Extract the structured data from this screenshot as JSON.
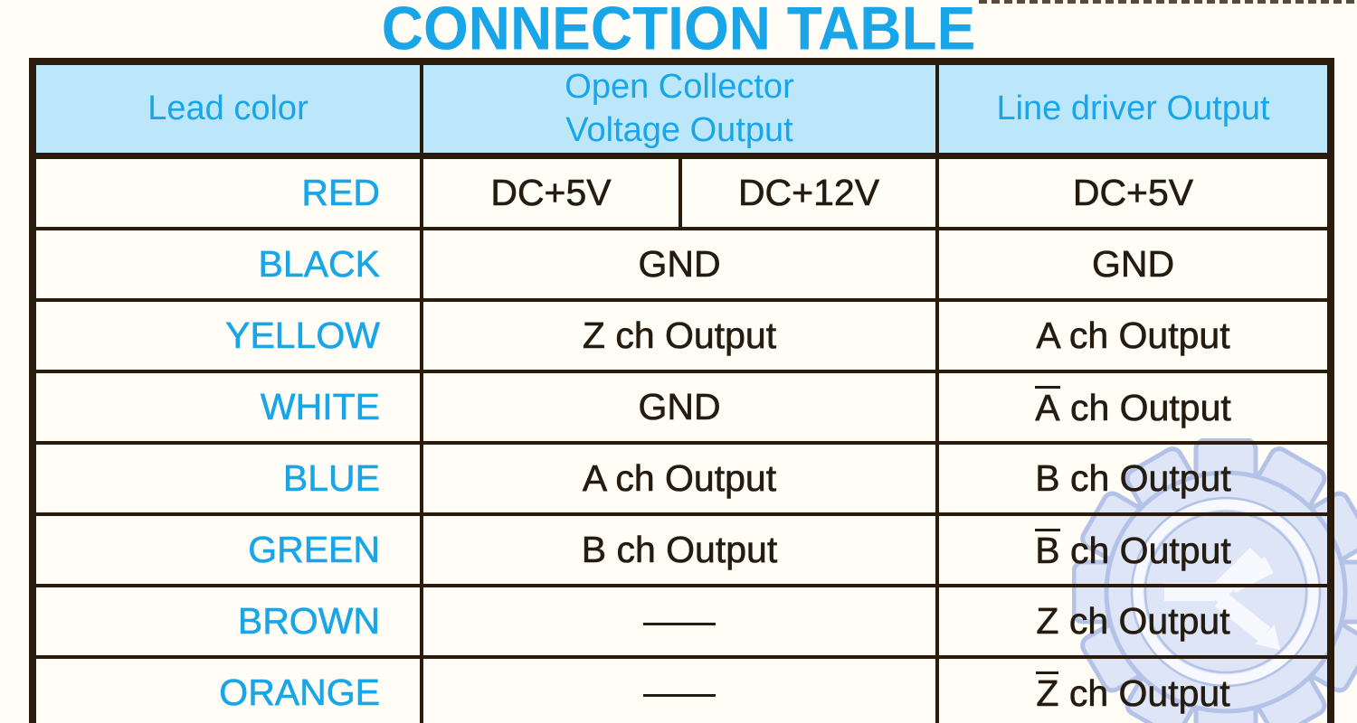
{
  "title": "CONNECTION TABLE",
  "colors": {
    "accent": "#18a6e9",
    "header_bg": "#bce6fa",
    "border": "#2b1b0c",
    "text_dark": "#241b11",
    "wm_fill": "#dde5f6",
    "wm_line": "#b4c2e7",
    "wm_white": "#f7f9fe"
  },
  "table": {
    "headers": {
      "lead": "Lead color",
      "open_collector_line1": "Open Collector",
      "open_collector_line2": "Voltage Output",
      "line_driver": "Line driver Output"
    },
    "rows": [
      {
        "lead": "RED",
        "oc": [
          {
            "text": "DC+5V"
          },
          {
            "text": "DC+12V"
          }
        ],
        "ld": {
          "text": "DC+5V"
        }
      },
      {
        "lead": "BLACK",
        "oc": [
          {
            "text": "GND"
          }
        ],
        "ld": {
          "text": "GND"
        }
      },
      {
        "lead": "YELLOW",
        "oc": [
          {
            "text": "Z ch Output"
          }
        ],
        "ld": {
          "text": "A ch Output"
        }
      },
      {
        "lead": "WHITE",
        "oc": [
          {
            "text": "GND"
          }
        ],
        "ld": {
          "overline": "A",
          "text": " ch Output"
        }
      },
      {
        "lead": "BLUE",
        "oc": [
          {
            "text": "A ch Output"
          }
        ],
        "ld": {
          "text": "B ch Output"
        }
      },
      {
        "lead": "GREEN",
        "oc": [
          {
            "text": "B ch Output"
          }
        ],
        "ld": {
          "overline": "B",
          "text": " ch Output"
        }
      },
      {
        "lead": "BROWN",
        "oc": [
          {
            "dash": true
          }
        ],
        "ld": {
          "text": "Z ch Output"
        }
      },
      {
        "lead": "ORANGE",
        "oc": [
          {
            "dash": true
          }
        ],
        "ld": {
          "overline": "Z",
          "text": " ch Output"
        }
      }
    ]
  },
  "watermark": {
    "icon": "gear-k-logo"
  }
}
